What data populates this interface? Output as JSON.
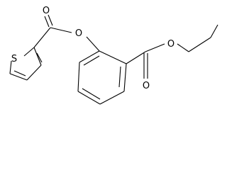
{
  "molecule": {
    "labels": {
      "carbonyl_o_thiophene": "O",
      "ester_o_phenol": "O",
      "thiophene_s": "S",
      "carbonyl_o_ethyl": "O",
      "ester_o_ethyl": "O"
    },
    "colors": {
      "bond": "#000000",
      "label": "#000000",
      "background": "#ffffff"
    }
  }
}
